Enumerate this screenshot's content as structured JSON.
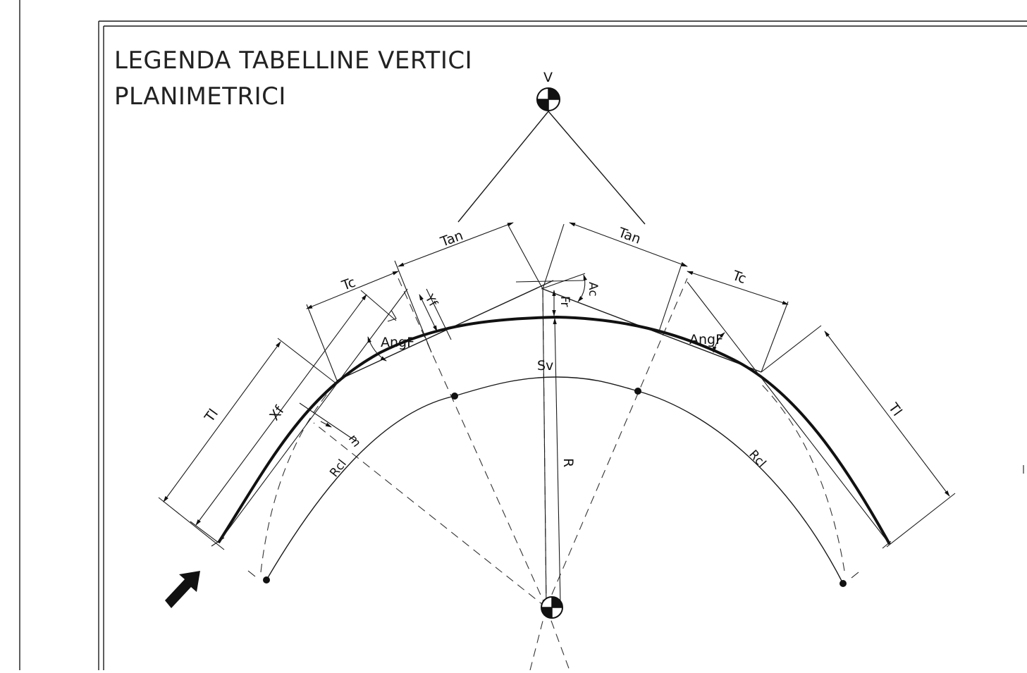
{
  "title": {
    "line1": "LEGENDA TABELLINE VERTICI",
    "line2": "PLANIMETRICI"
  },
  "labels": {
    "vertex": "V",
    "tan_left": "Tan",
    "tan_right": "Tan",
    "tc_left": "Tc",
    "tc_right": "Tc",
    "yf": "Yf",
    "ac": "Ac",
    "fr": "Fr",
    "angf_left": "AngF",
    "angf_right": "AngF",
    "sv": "Sv",
    "tl_left": "Tl",
    "tl_right": "Tl",
    "xf": "Xf",
    "m": "m",
    "rcl_left": "Rcl",
    "rcl_right": "Rcl",
    "r": "R"
  },
  "icons": {
    "vertex_marker": "survey-target-icon",
    "center_marker": "survey-target-icon",
    "direction_arrow": "direction-arrow-icon"
  }
}
